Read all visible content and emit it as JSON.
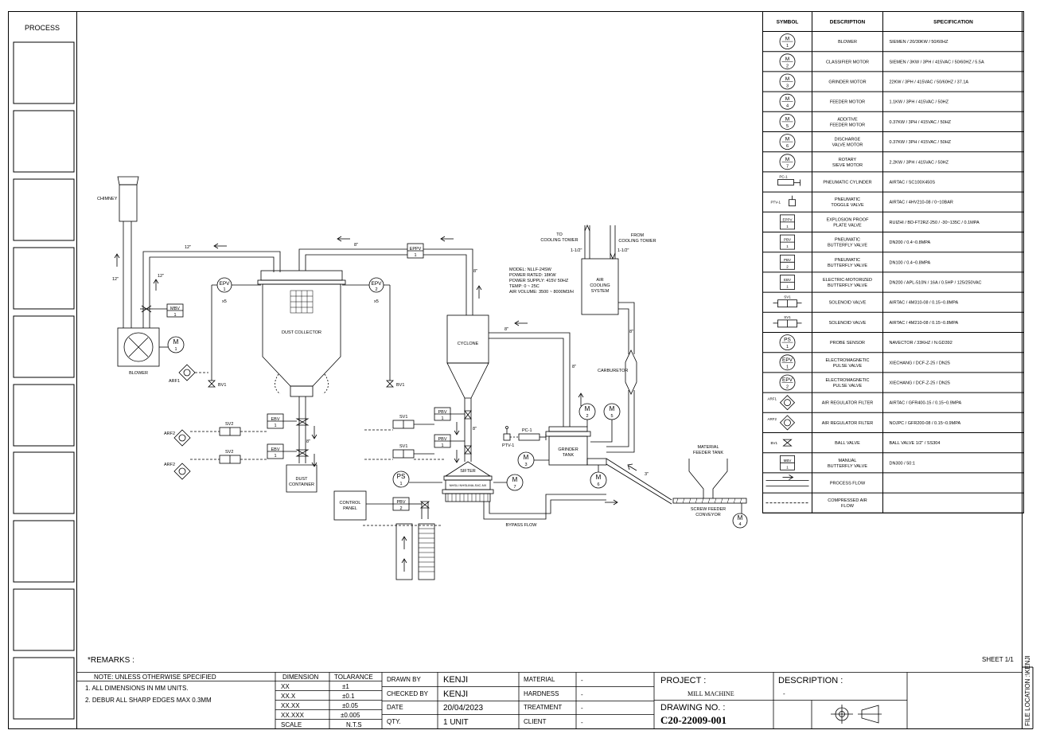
{
  "process": {
    "title": "PROCESS"
  },
  "legend": {
    "headers": {
      "symbol": "SYMBOL",
      "description": "DESCRIPTION",
      "specification": "SPECIFICATION"
    },
    "rows": [
      {
        "sym": "motor",
        "tag": "1",
        "desc": [
          "BLOWER"
        ],
        "spec": "SIEMEN / 20/30KW / 50/60HZ"
      },
      {
        "sym": "motor",
        "tag": "2",
        "desc": [
          "CLASSIFIER MOTOR"
        ],
        "spec": "SIEMEN / 3KW / 3PH / 415VAC / 50/60HZ / 5.5A"
      },
      {
        "sym": "motor",
        "tag": "3",
        "desc": [
          "GRINDER MOTOR"
        ],
        "spec": "22KW / 3PH / 415VAC / 50/60HZ / 37.1A"
      },
      {
        "sym": "motor",
        "tag": "4",
        "desc": [
          "FEEDER MOTOR"
        ],
        "spec": "1.1KW / 3PH / 415VAC / 50HZ"
      },
      {
        "sym": "motor",
        "tag": "5",
        "desc": [
          "ADDITIVE",
          "FEEDER MOTOR"
        ],
        "spec": "0.37KW / 3PH / 415VAC / 50HZ"
      },
      {
        "sym": "motor",
        "tag": "6",
        "desc": [
          "DISCHARGE",
          "VALVE MOTOR"
        ],
        "spec": "0.37KW / 3PH / 415VAC / 50HZ"
      },
      {
        "sym": "motor",
        "tag": "7",
        "desc": [
          "ROTARY",
          "SIEVE MOTOR"
        ],
        "spec": "2.2KW / 3PH / 415VAC / 50HZ"
      },
      {
        "sym": "cylinder",
        "tag": "PC-1",
        "desc": [
          "PNEUMATIC CYLINDER"
        ],
        "spec": "AIRTAC / SC100X450S"
      },
      {
        "sym": "toggle",
        "tag": "PTV-1",
        "desc": [
          "PNEUMATIC",
          "TOGGLE VALVE"
        ],
        "spec": "AIRTAC / 4HV210-08 / 0~10BAR"
      },
      {
        "sym": "box",
        "tag": "EPPV",
        "desc": [
          "EXPLOSION PROOF",
          "PLATE VALVE"
        ],
        "spec": "RUIZHI / BD-FT2RZ-250 / -30~135C / 0.1MPA"
      },
      {
        "sym": "box",
        "tag": "PBV",
        "desc": [
          "PNEUMATIC",
          "BUTTERFLY VALVE"
        ],
        "spec": "DN200 / 0.4~0.8MPA"
      },
      {
        "sym": "box",
        "tag": "PBV",
        "desc": [
          "PNEUMATIC",
          "BUTTERFLY VALVE"
        ],
        "spec": "DN100 / 0.4~0.8MPA"
      },
      {
        "sym": "box",
        "tag": "EBV",
        "desc": [
          "ELECTRIC-MOTORIZED",
          "BUTTERFLY VALVE"
        ],
        "spec": "DN200 / APL-510N / 16A / 0.5HP / 125/250VAC"
      },
      {
        "sym": "solenoid",
        "tag": "SV1",
        "desc": [
          "SOLENOID VALVE"
        ],
        "spec": "AIRTAC / 4M310-08 / 0.15~0.8MPA"
      },
      {
        "sym": "solenoid",
        "tag": "SV1",
        "desc": [
          "SOLENOID VALVE"
        ],
        "spec": "AIRTAC / 4M210-08 / 0.15~0.8MPA"
      },
      {
        "sym": "motor",
        "tag": "PS",
        "desc": [
          "PROBE SENSOR"
        ],
        "spec": "NAVECTOR / 33KHZ / N.GD392"
      },
      {
        "sym": "motor",
        "tag": "EPV",
        "desc": [
          "ELECTROMAGNETIC",
          "PULSE VALVE"
        ],
        "spec": "XIECHANG / DCF-Z-25 / DN25"
      },
      {
        "sym": "motor",
        "tag": "EPV",
        "desc": [
          "ELECTROMAGNETIC",
          "PULSE VALVE"
        ],
        "spec": "XIECHANG / DCF-Z-25 / DN25"
      },
      {
        "sym": "filter",
        "tag": "ARF1",
        "desc": [
          "AIR REGULATOR FILTER"
        ],
        "spec": "AIRTAC / GFR400-15 / 0.15~0.9MPA"
      },
      {
        "sym": "filter",
        "tag": "ARF2",
        "desc": [
          "AIR REGULATOR FILTER"
        ],
        "spec": "NOJPC / GFR200-08 / 0.15~0.9MPA"
      },
      {
        "sym": "ball",
        "tag": "BV1",
        "desc": [
          "BALL VALVE"
        ],
        "spec": "BALL VALVE 1/2\" / SS304"
      },
      {
        "sym": "box",
        "tag": "MBV",
        "desc": [
          "MANUAL",
          "BUTTERFLY VALVE"
        ],
        "spec": "DN300 / 50:1"
      },
      {
        "sym": "flow",
        "tag": "",
        "desc": [
          "PROCESS FLOW"
        ],
        "spec": ""
      },
      {
        "sym": "air",
        "tag": "",
        "desc": [
          "COMPRESSED AIR",
          "FLOW"
        ],
        "spec": ""
      }
    ]
  },
  "diagram": {
    "chimney": "CHIMNEY",
    "blower": "BLOWER",
    "dust_collector": "DUST COLLECTOR",
    "dust_container": [
      "DUST",
      "CONTAINER"
    ],
    "cyclone": "CYCLONE",
    "sifter": "SIFTER",
    "sifter_plate": "NHSLI NHSLIMA-S4C-NX",
    "grinder_tank": [
      "GRINDER",
      "TANK"
    ],
    "air_cooling": [
      "AIR",
      "COOLING",
      "SYSTEM"
    ],
    "to_cooling": [
      "TO",
      "COOLING TOWER"
    ],
    "from_cooling": [
      "FROM",
      "COOLING TOWER"
    ],
    "carburetor": "CARBURETOR",
    "material_feeder_tank": [
      "MATERIAL",
      "FEEDER TANK"
    ],
    "screw_feeder": [
      "SCREW FEEDER",
      "CONVEYOR"
    ],
    "control_panel": [
      "CONTROL",
      "PANEL"
    ],
    "bypass_flow": "BYPASS FLOW",
    "model_info": [
      "MODEL: NLLF-24SW",
      "POWER RATED: 18KW",
      "POWER SUPPLY: 415V 50HZ",
      "TEMP: 0 ~ 25C",
      "AIR VOLUME: 3500 ~ 8000M3/H"
    ],
    "dims": {
      "d12a": "12\"",
      "d12b": "12\"",
      "d12c": "12\"",
      "d8a": "8\"",
      "d8b": "8\"",
      "d8c": "8\"",
      "d8d": "8\"",
      "d8e": "8\"",
      "d8f": "8\"",
      "d8g": "8\"",
      "d3": "3\"",
      "d112a": "1-1/2\"",
      "d112b": "1-1/2\"",
      "x5a": "x5",
      "x5b": "x5"
    },
    "tags": {
      "mbv": "MBV",
      "mbv_n": "1",
      "epv": "EPV",
      "epv1": "1",
      "epv2": "2",
      "eppv": "EPPV",
      "eppv_n": "1",
      "m": "M",
      "m1": "1",
      "m2": "2",
      "m3": "3",
      "m4": "4",
      "m5": "5",
      "m6": "6",
      "m7": "7",
      "bv1": "BV1",
      "arf1": "ARF1",
      "arf2": "ARF2",
      "sv2": "SV2",
      "sv1": "SV1",
      "ebv": "EBV",
      "ebv_n": "1",
      "pbv": "PBV",
      "pbv1": "1",
      "pbv2": "2",
      "ps": "PS",
      "ps_n": "1",
      "pc1": "PC-1",
      "ptv1": "PTV-1"
    }
  },
  "remarks": "*REMARKS :",
  "sheet": "SHEET 1/1",
  "file_location": "FILE LOCATION :\\KENJI",
  "title_block": {
    "note_header": "NOTE: UNLESS OTHERWISE SPECIFIED",
    "notes": [
      "1.  ALL DIMENSIONS IN MM UNITS.",
      "2. DEBUR ALL SHARP EDGES MAX 0.3MM"
    ],
    "dim_header": "DIMENSION",
    "tol_header": "TOLARANCE",
    "dims": [
      [
        "XX",
        "±1"
      ],
      [
        "XX.X",
        "±0.1"
      ],
      [
        "XX.XX",
        "±0.05"
      ],
      [
        "XX.XXX",
        "±0.005"
      ],
      [
        "SCALE",
        "N.T.S"
      ]
    ],
    "drawn_by_label": "DRAWN BY",
    "drawn_by": "KENJI",
    "checked_by_label": "CHECKED BY",
    "checked_by": "KENJI",
    "date_label": "DATE",
    "date": "20/04/2023",
    "qty_label": "QTY.",
    "qty": "1 UNIT",
    "material_label": "MATERIAL",
    "material": "-",
    "hardness_label": "HARDNESS",
    "hardness": "-",
    "treatment_label": "TREATMENT",
    "treatment": "-",
    "client_label": "CLIENT",
    "client": "-",
    "project_label": "PROJECT :",
    "project": "MILL MACHINE",
    "drawing_no_label": "DRAWING NO. :",
    "drawing_no": "C20-22009-001",
    "description_label": "DESCRIPTION :",
    "description": "-"
  }
}
